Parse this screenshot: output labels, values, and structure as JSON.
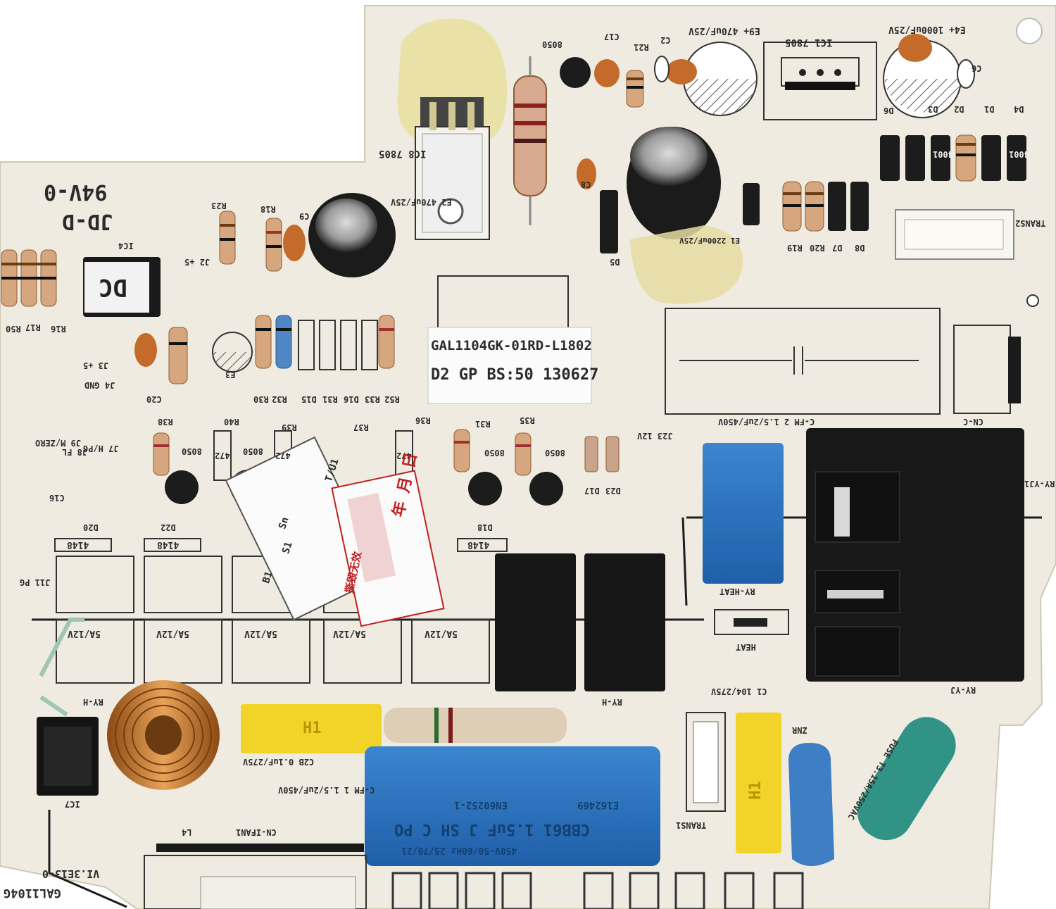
{
  "board": {
    "sticker_line1": "GAL1104GK-01RD-L1802",
    "sticker_line2": "D2 GP BS:50 130627",
    "code": "GAL1104G",
    "version": "VI.3E13-0",
    "rating": "94V-0",
    "maker": "JD-D"
  },
  "silkscreen": {
    "ic1": "IC1 7805",
    "ic8": "IC8 7805",
    "ic4": "IC4",
    "ic4_mark": "DC",
    "ic7": "IC7",
    "e4": "E4+ 1000uF/25V",
    "e9": "E9+ 470uF/25V",
    "e2": "E2 470uF/25V",
    "e1": "E1 2200uF/25V",
    "cfm2": "C-FM 2 1.5/2uF/450V",
    "cfm1": "C-FM 1 1.5/2uF/450V",
    "c1": "C1 104/275V",
    "c2b": "C2B 0.1uF/275V",
    "trans2": "TRANS2",
    "trans1": "TRANS1",
    "cnc": "CN-C",
    "cnifan": "CN-IFAN1",
    "ryyj1_top": "RY-YJ1",
    "ryyj": "RY-YJ",
    "ryheat": "RY-HEAT",
    "heat": "HEAT",
    "ryh": "RY-H",
    "ryh2": "RY-H",
    "znr": "ZNR",
    "fuse": "FUSE T3.15A/250VAC",
    "j23": "J23 12V",
    "j2": "J2 +5",
    "j3": "J3 +5",
    "j4": "J4 GND",
    "j8": "J8 FL",
    "j7": "J7 H/PG",
    "j9": "J9 M/ZERO",
    "j11": "J11 PG",
    "relay_rating": "5A/12V",
    "diode_4148": "4148",
    "diode_4001": "4001",
    "r472": "472",
    "q8050": "8050",
    "l4": "L4",
    "cbb": "CBB61 1.5uF J SH C PO",
    "en": "EN60252-1",
    "e_no": "E162469",
    "cap_rating": "450V~50/60Hz 25/70/21",
    "h1": "H1",
    "date_zh": "年 月 日",
    "void_zh": "撕毁无效",
    "qc_col1": "T/U1",
    "qc_col2": "S1",
    "qc_col3": "Sn",
    "qc_col4": "B1",
    "refdes": [
      "R50",
      "R17",
      "R16",
      "R23",
      "R18",
      "R30",
      "R32",
      "D15",
      "R31",
      "D16",
      "R33",
      "R52",
      "R38",
      "R40",
      "R39",
      "R37",
      "R36",
      "R31",
      "R35",
      "D17",
      "D23",
      "D20",
      "D22",
      "D18",
      "D5",
      "D6",
      "D3",
      "D2",
      "D1",
      "D4",
      "R19",
      "R20",
      "D7",
      "D8",
      "R21",
      "C17",
      "C2",
      "C8",
      "C6",
      "C16",
      "C20",
      "E3",
      "C9"
    ]
  }
}
